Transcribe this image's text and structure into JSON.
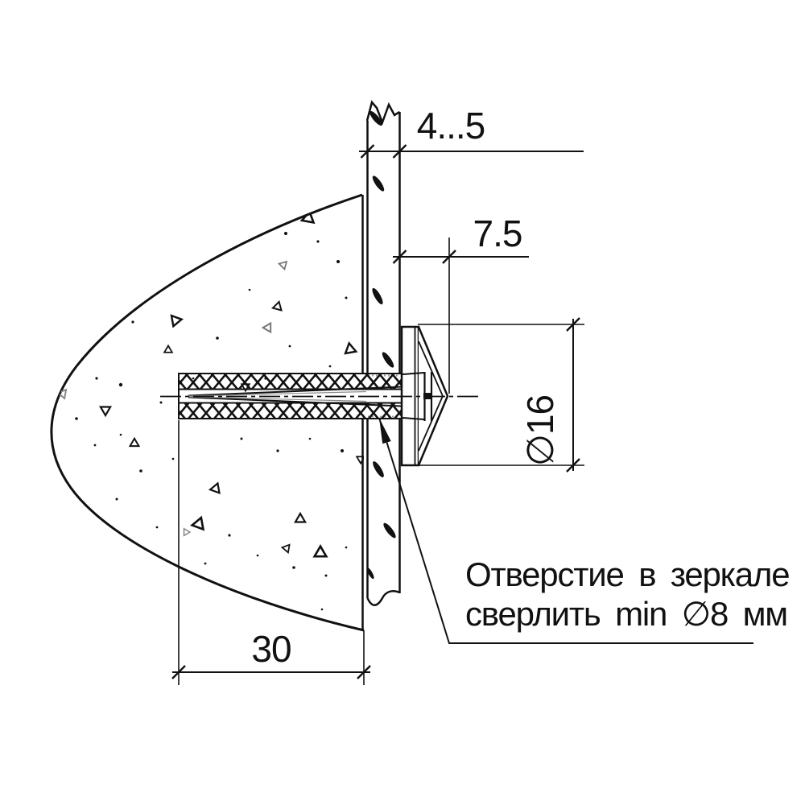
{
  "diagram": {
    "kind": "technical-drawing-mirror-fastener-section",
    "dimensions": {
      "mirror_thickness": "4...5",
      "cap_protrusion": "7.5",
      "cap_diameter": "∅16",
      "anchor_depth": "30"
    },
    "note": {
      "line1": "Отверстие в зеркале",
      "line2": "сверлить min ∅8 мм"
    },
    "colors": {
      "line": "#111111",
      "gray": "#8c8c8c",
      "background": "#ffffff"
    }
  }
}
